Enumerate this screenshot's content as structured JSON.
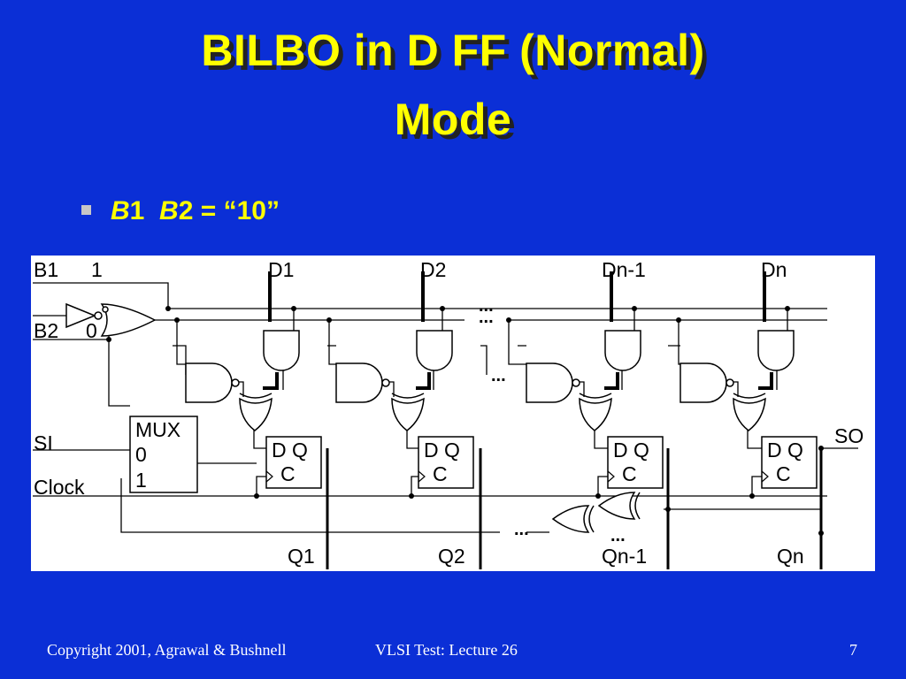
{
  "slide": {
    "title_line1": "BILBO in D FF (Normal)",
    "title_line2": "Mode",
    "bullet": {
      "b1_var": "B",
      "b1_num": "1",
      "b2_var": "B",
      "b2_rest": "2 = “10”"
    }
  },
  "diagram": {
    "inputs": {
      "b1": "B1",
      "b1_value": "1",
      "b2": "B2",
      "b2_value": "0",
      "si": "SI",
      "clock": "Clock"
    },
    "mux": {
      "label": "MUX",
      "in0": "0",
      "in1": "1"
    },
    "data_inputs": [
      "D1",
      "D2",
      "Dn-1",
      "Dn"
    ],
    "outputs": [
      "Q1",
      "Q2",
      "Qn-1",
      "Qn"
    ],
    "flipflop_label_dq": "D Q",
    "flipflop_label_c": "C",
    "scan_out": "SO",
    "ellipsis": "..."
  },
  "footer": {
    "copyright": "Copyright 2001, Agrawal & Bushnell",
    "course": "VLSI Test: Lecture 26",
    "page": "7"
  }
}
